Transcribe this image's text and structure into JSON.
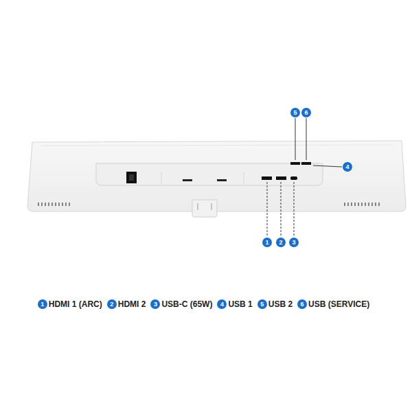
{
  "diagram": {
    "labels": [
      "5",
      "6",
      "4",
      "1",
      "2",
      "3",
      "1",
      "HDMI 1 (ARC)",
      "2",
      "HDMI 2",
      "3",
      "USB-C (65W)",
      "4",
      "USB 1",
      "5",
      "USB 2",
      "6",
      "USB (SERVICE)"
    ]
  }
}
